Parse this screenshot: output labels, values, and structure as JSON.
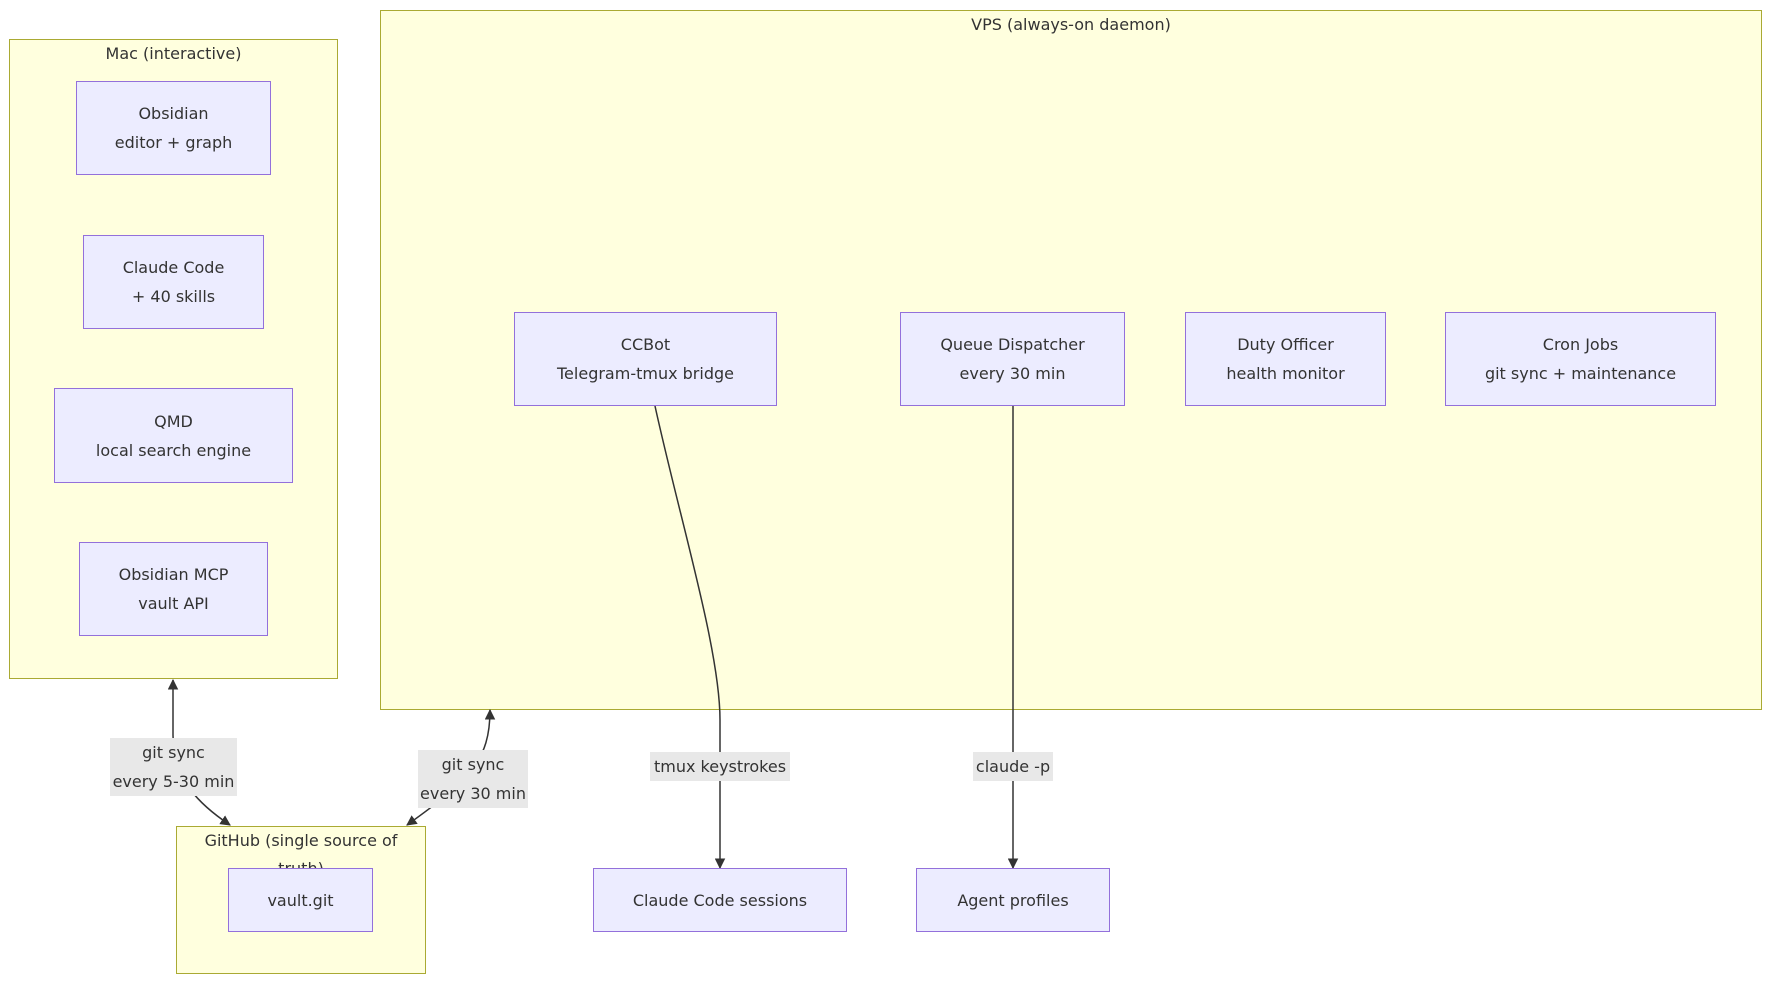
{
  "clusters": {
    "mac": {
      "title": "Mac (interactive)"
    },
    "vps": {
      "title": "VPS (always-on daemon)"
    },
    "github": {
      "title": "GitHub (single source of truth)"
    }
  },
  "nodes": {
    "obsidian": {
      "line1": "Obsidian",
      "line2": "editor + graph"
    },
    "claude_code": {
      "line1": "Claude Code",
      "line2": "+ 40 skills"
    },
    "qmd": {
      "line1": "QMD",
      "line2": "local search engine"
    },
    "obsidian_mcp": {
      "line1": "Obsidian MCP",
      "line2": "vault API"
    },
    "ccbot": {
      "line1": "CCBot",
      "line2": "Telegram-tmux bridge"
    },
    "queue_dispatcher": {
      "line1": "Queue Dispatcher",
      "line2": "every 30 min"
    },
    "duty_officer": {
      "line1": "Duty Officer",
      "line2": "health monitor"
    },
    "cron_jobs": {
      "line1": "Cron Jobs",
      "line2": "git sync + maintenance"
    },
    "vault_git": {
      "line1": "vault.git"
    },
    "claude_sessions": {
      "line1": "Claude Code sessions"
    },
    "agent_profiles": {
      "line1": "Agent profiles"
    }
  },
  "edges": {
    "mac_github": {
      "line1": "git sync",
      "line2": "every 5-30 min"
    },
    "vps_github": {
      "line1": "git sync",
      "line2": "every 30 min"
    },
    "ccbot_sessions": {
      "line1": "tmux keystrokes"
    },
    "dispatcher_profiles": {
      "line1": "claude -p"
    }
  },
  "colors": {
    "cluster_fill": "#ffffde",
    "cluster_border": "#aaaa33",
    "node_fill": "#ececff",
    "node_border": "#9370db",
    "edge": "#333333",
    "edge_label_bg": "#e8e8e8"
  }
}
